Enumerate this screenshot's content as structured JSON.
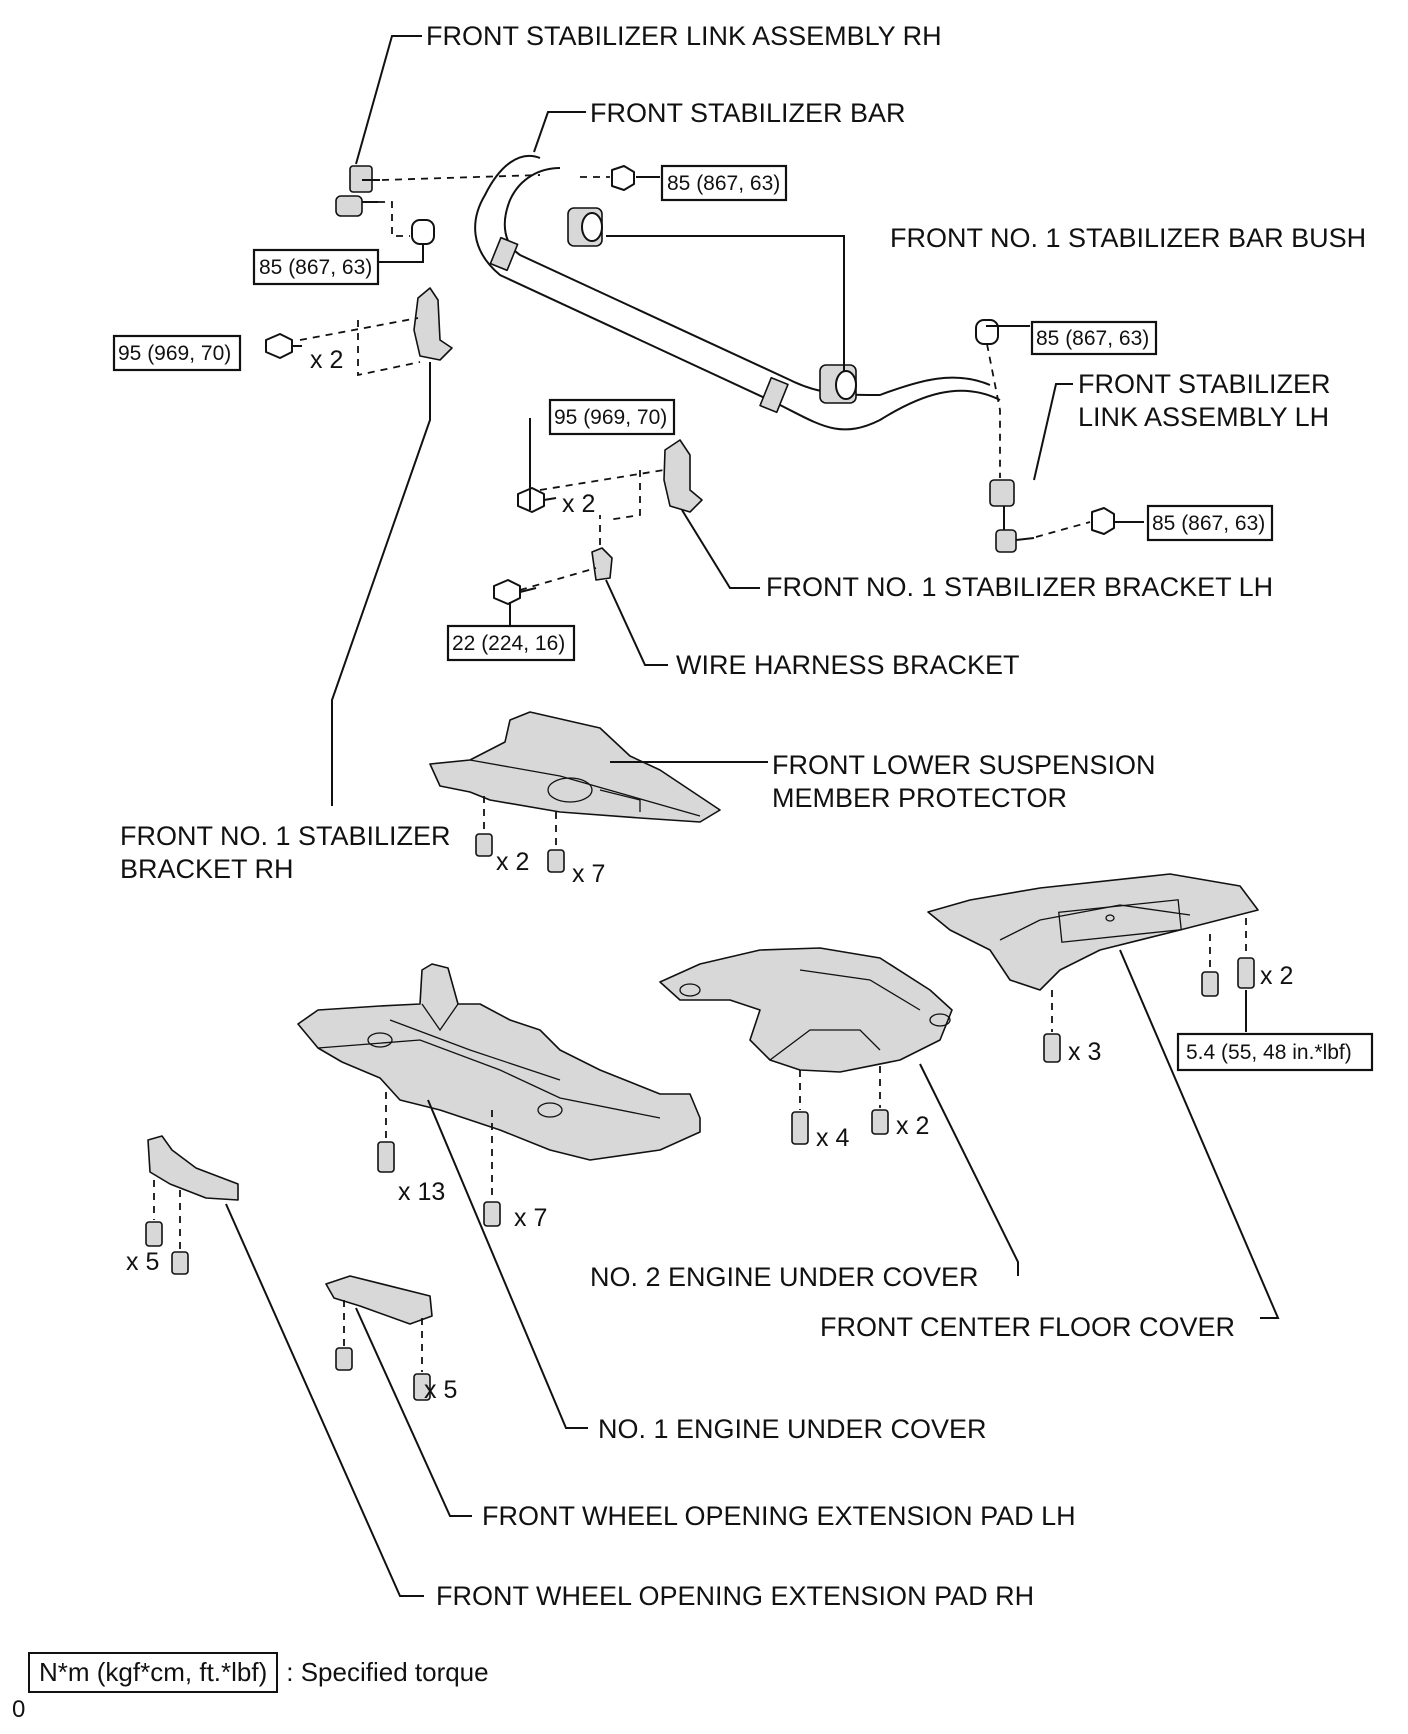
{
  "labels": {
    "link_rh": "FRONT STABILIZER LINK ASSEMBLY RH",
    "stab_bar": "FRONT STABILIZER BAR",
    "bar_bush": "FRONT NO. 1 STABILIZER BAR BUSH",
    "link_lh_1": "FRONT STABILIZER",
    "link_lh_2": "LINK ASSEMBLY LH",
    "bracket_lh": "FRONT NO. 1 STABILIZER BRACKET LH",
    "wire_harness": "WIRE HARNESS BRACKET",
    "protector_1": "FRONT LOWER SUSPENSION",
    "protector_2": "MEMBER PROTECTOR",
    "bracket_rh_1": "FRONT NO. 1 STABILIZER",
    "bracket_rh_2": "BRACKET RH",
    "no2_cover": "NO. 2 ENGINE UNDER COVER",
    "floor_cover": "FRONT CENTER FLOOR COVER",
    "no1_cover": "NO. 1 ENGINE UNDER COVER",
    "pad_lh": "FRONT WHEEL OPENING EXTENSION PAD LH",
    "pad_rh": "FRONT WHEEL OPENING EXTENSION PAD RH"
  },
  "torques": {
    "link_rh_nut": "85 (867, 63)",
    "link_rh_lower": "85 (867, 63)",
    "link_lh_upper": "85 (867, 63)",
    "link_lh_lower": "85 (867, 63)",
    "bracket_rh_bolt": "95 (969, 70)",
    "bracket_lh_bolt": "95 (969, 70)",
    "wire_bolt": "22 (224, 16)",
    "floor_bolt": "5.4 (55, 48 in.*lbf)"
  },
  "quantities": {
    "bracket_rh_bolts": "x 2",
    "bracket_lh_bolts": "x 2",
    "protector_bolts": "x 2",
    "protector_clips": "x 7",
    "floor_clips": "x 2",
    "floor_bolts": "x 3",
    "no2_bolts": "x 4",
    "no2_clips": "x 2",
    "no1_bolts": "x 13",
    "no1_clips": "x 7",
    "pad_rh_fasteners": "x 5",
    "pad_lh_fasteners": "x 5"
  },
  "legend": {
    "box": "N*m (kgf*cm, ft.*lbf)",
    "text": ": Specified torque"
  },
  "corner_code": "0"
}
